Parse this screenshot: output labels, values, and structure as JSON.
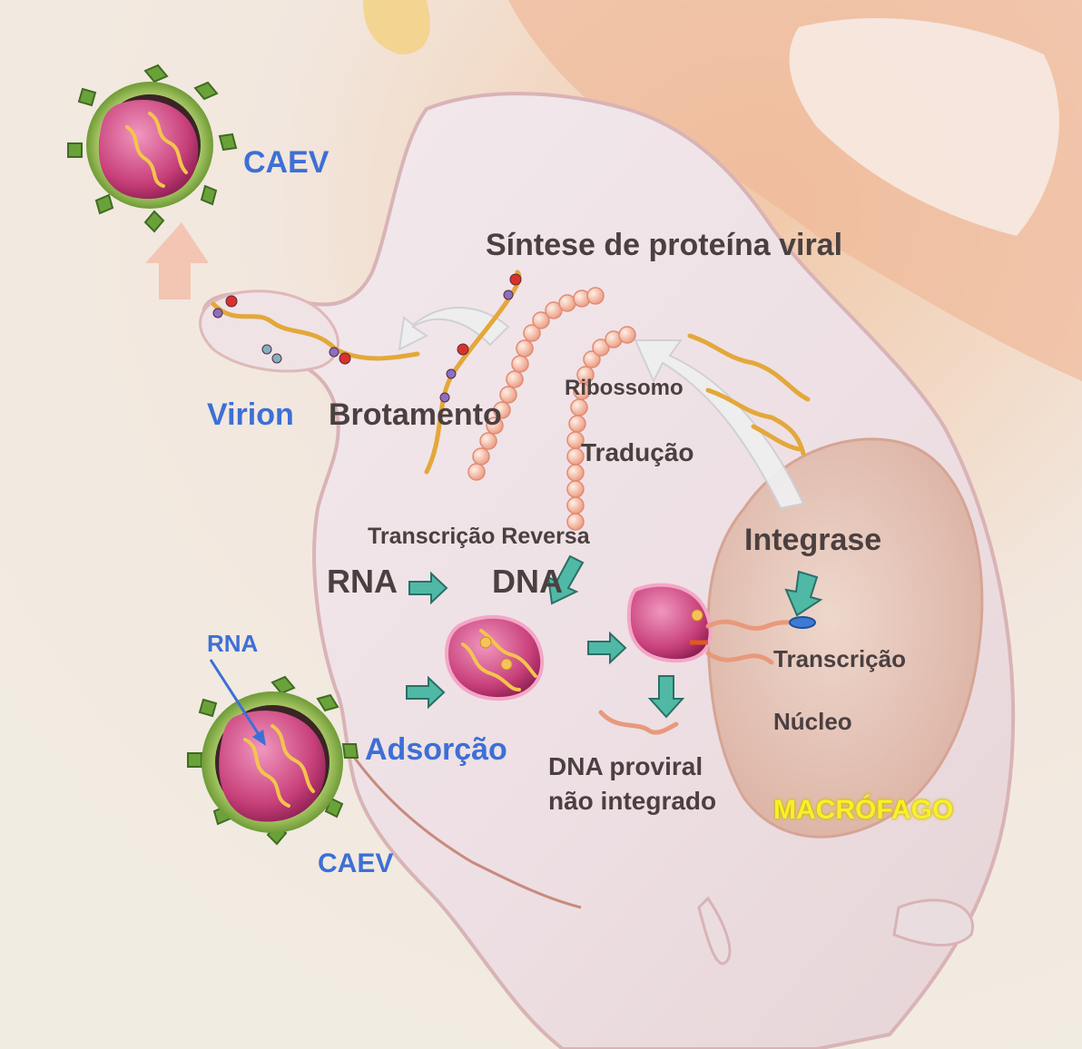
{
  "diagram": {
    "labels": {
      "caev_top": "CAEV",
      "sintese": "Síntese de proteína viral",
      "ribossomo": "Ribossomo",
      "virion": "Virion",
      "brotamento": "Brotamento",
      "traducao": "Tradução",
      "transcricao_reversa": "Transcrição Reversa",
      "integrase": "Integrase",
      "rna": "RNA",
      "dna": "DNA",
      "rna_small": "RNA",
      "transcricao": "Transcrição",
      "nucleo": "Núcleo",
      "adsorcao": "Adsorção",
      "dna_proviral_line1": "DNA proviral",
      "dna_proviral_line2": "não integrado",
      "macrofago": "MACRÓFAGO",
      "caev_bottom": "CAEV"
    },
    "colors": {
      "label_blue": "#3d6fd6",
      "label_dark": "#4b4040",
      "macrofago_yellow": "#f6f12a",
      "arrow_teal": "#4fb9a6",
      "capsid_magenta": "#c8407a",
      "envelope_green": "#8fb84a",
      "cell_body": "#efe6ea",
      "nucleus": "#e7c7b9"
    }
  }
}
